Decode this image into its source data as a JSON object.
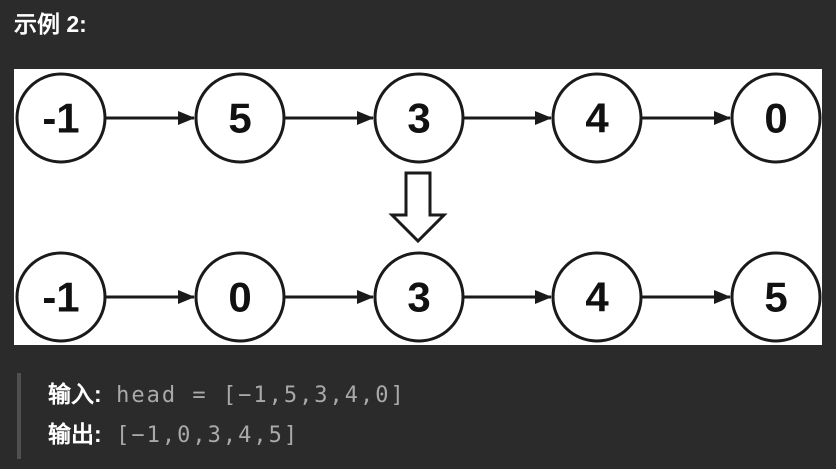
{
  "page": {
    "title": "示例 2:"
  },
  "colors": {
    "background": "#2b2b2b",
    "panel": "#ffffff",
    "node_stroke": "#1a1a1a",
    "node_text": "#111111",
    "label_text": "#ffffff",
    "code_text": "#a9a9a9",
    "quote_bar": "#4f4f4f"
  },
  "diagram": {
    "type": "linked-list-transformation",
    "before": [
      "-1",
      "5",
      "3",
      "4",
      "0"
    ],
    "after": [
      "-1",
      "0",
      "3",
      "4",
      "5"
    ],
    "transform_icon": "down-arrow-icon"
  },
  "io": {
    "input_label": "输入:",
    "input_value": "head = [−1,5,3,4,0]",
    "output_label": "输出:",
    "output_value": "[−1,0,3,4,5]"
  }
}
